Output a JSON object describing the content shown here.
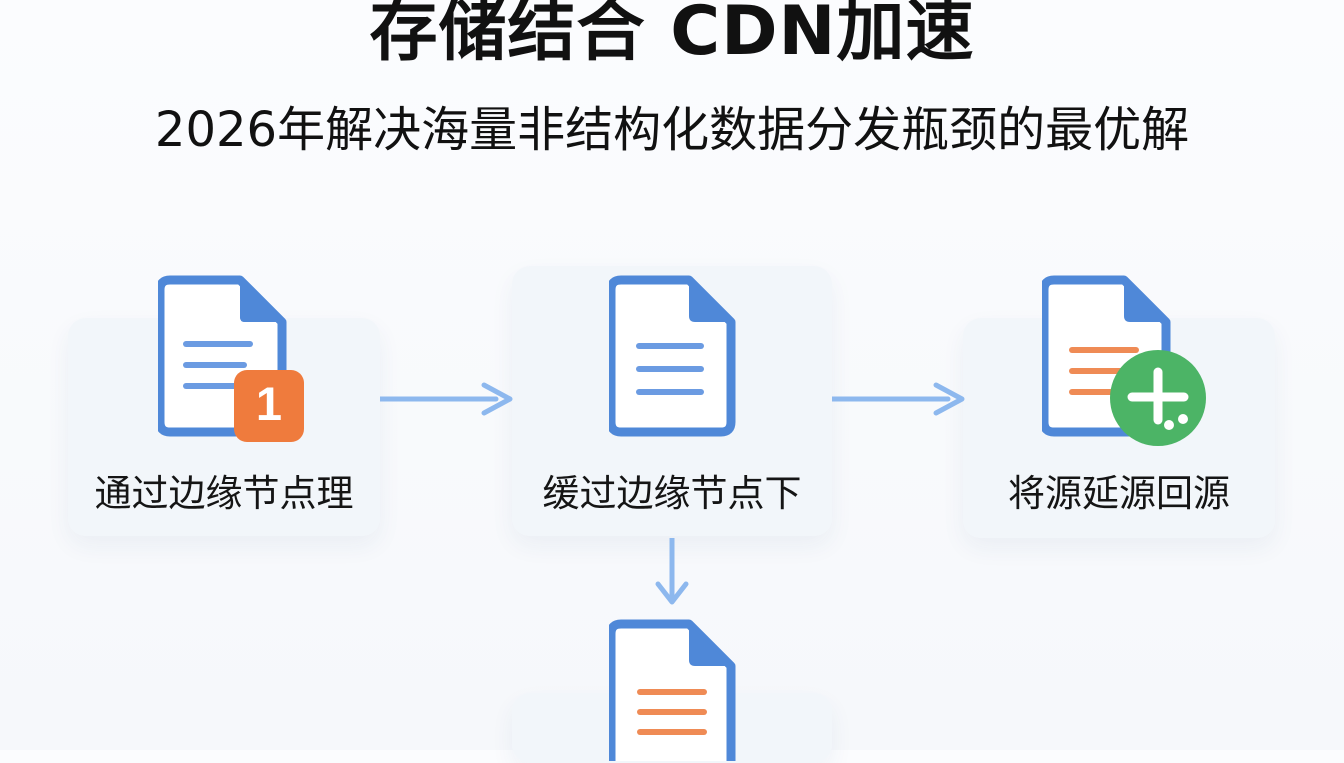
{
  "header": {
    "title": "存储结合 CDN加速",
    "subtitle": "2026年解决海量非结构化数据分发瓶颈的最优解"
  },
  "nodes": [
    {
      "label": "通过边缘节点理",
      "badge": "1"
    },
    {
      "label": "缓过边缘节点下"
    },
    {
      "label": "将源延源回源"
    },
    {
      "label": ""
    }
  ],
  "colors": {
    "document_blue": "#4f88d8",
    "text_lines_blue": "#6b9be2",
    "text_lines_orange": "#ef8b55",
    "orange_badge": "#ef7b3d",
    "green_badge": "#4cb466",
    "arrow": "#8db8ee",
    "card": "#f1f5fa"
  }
}
